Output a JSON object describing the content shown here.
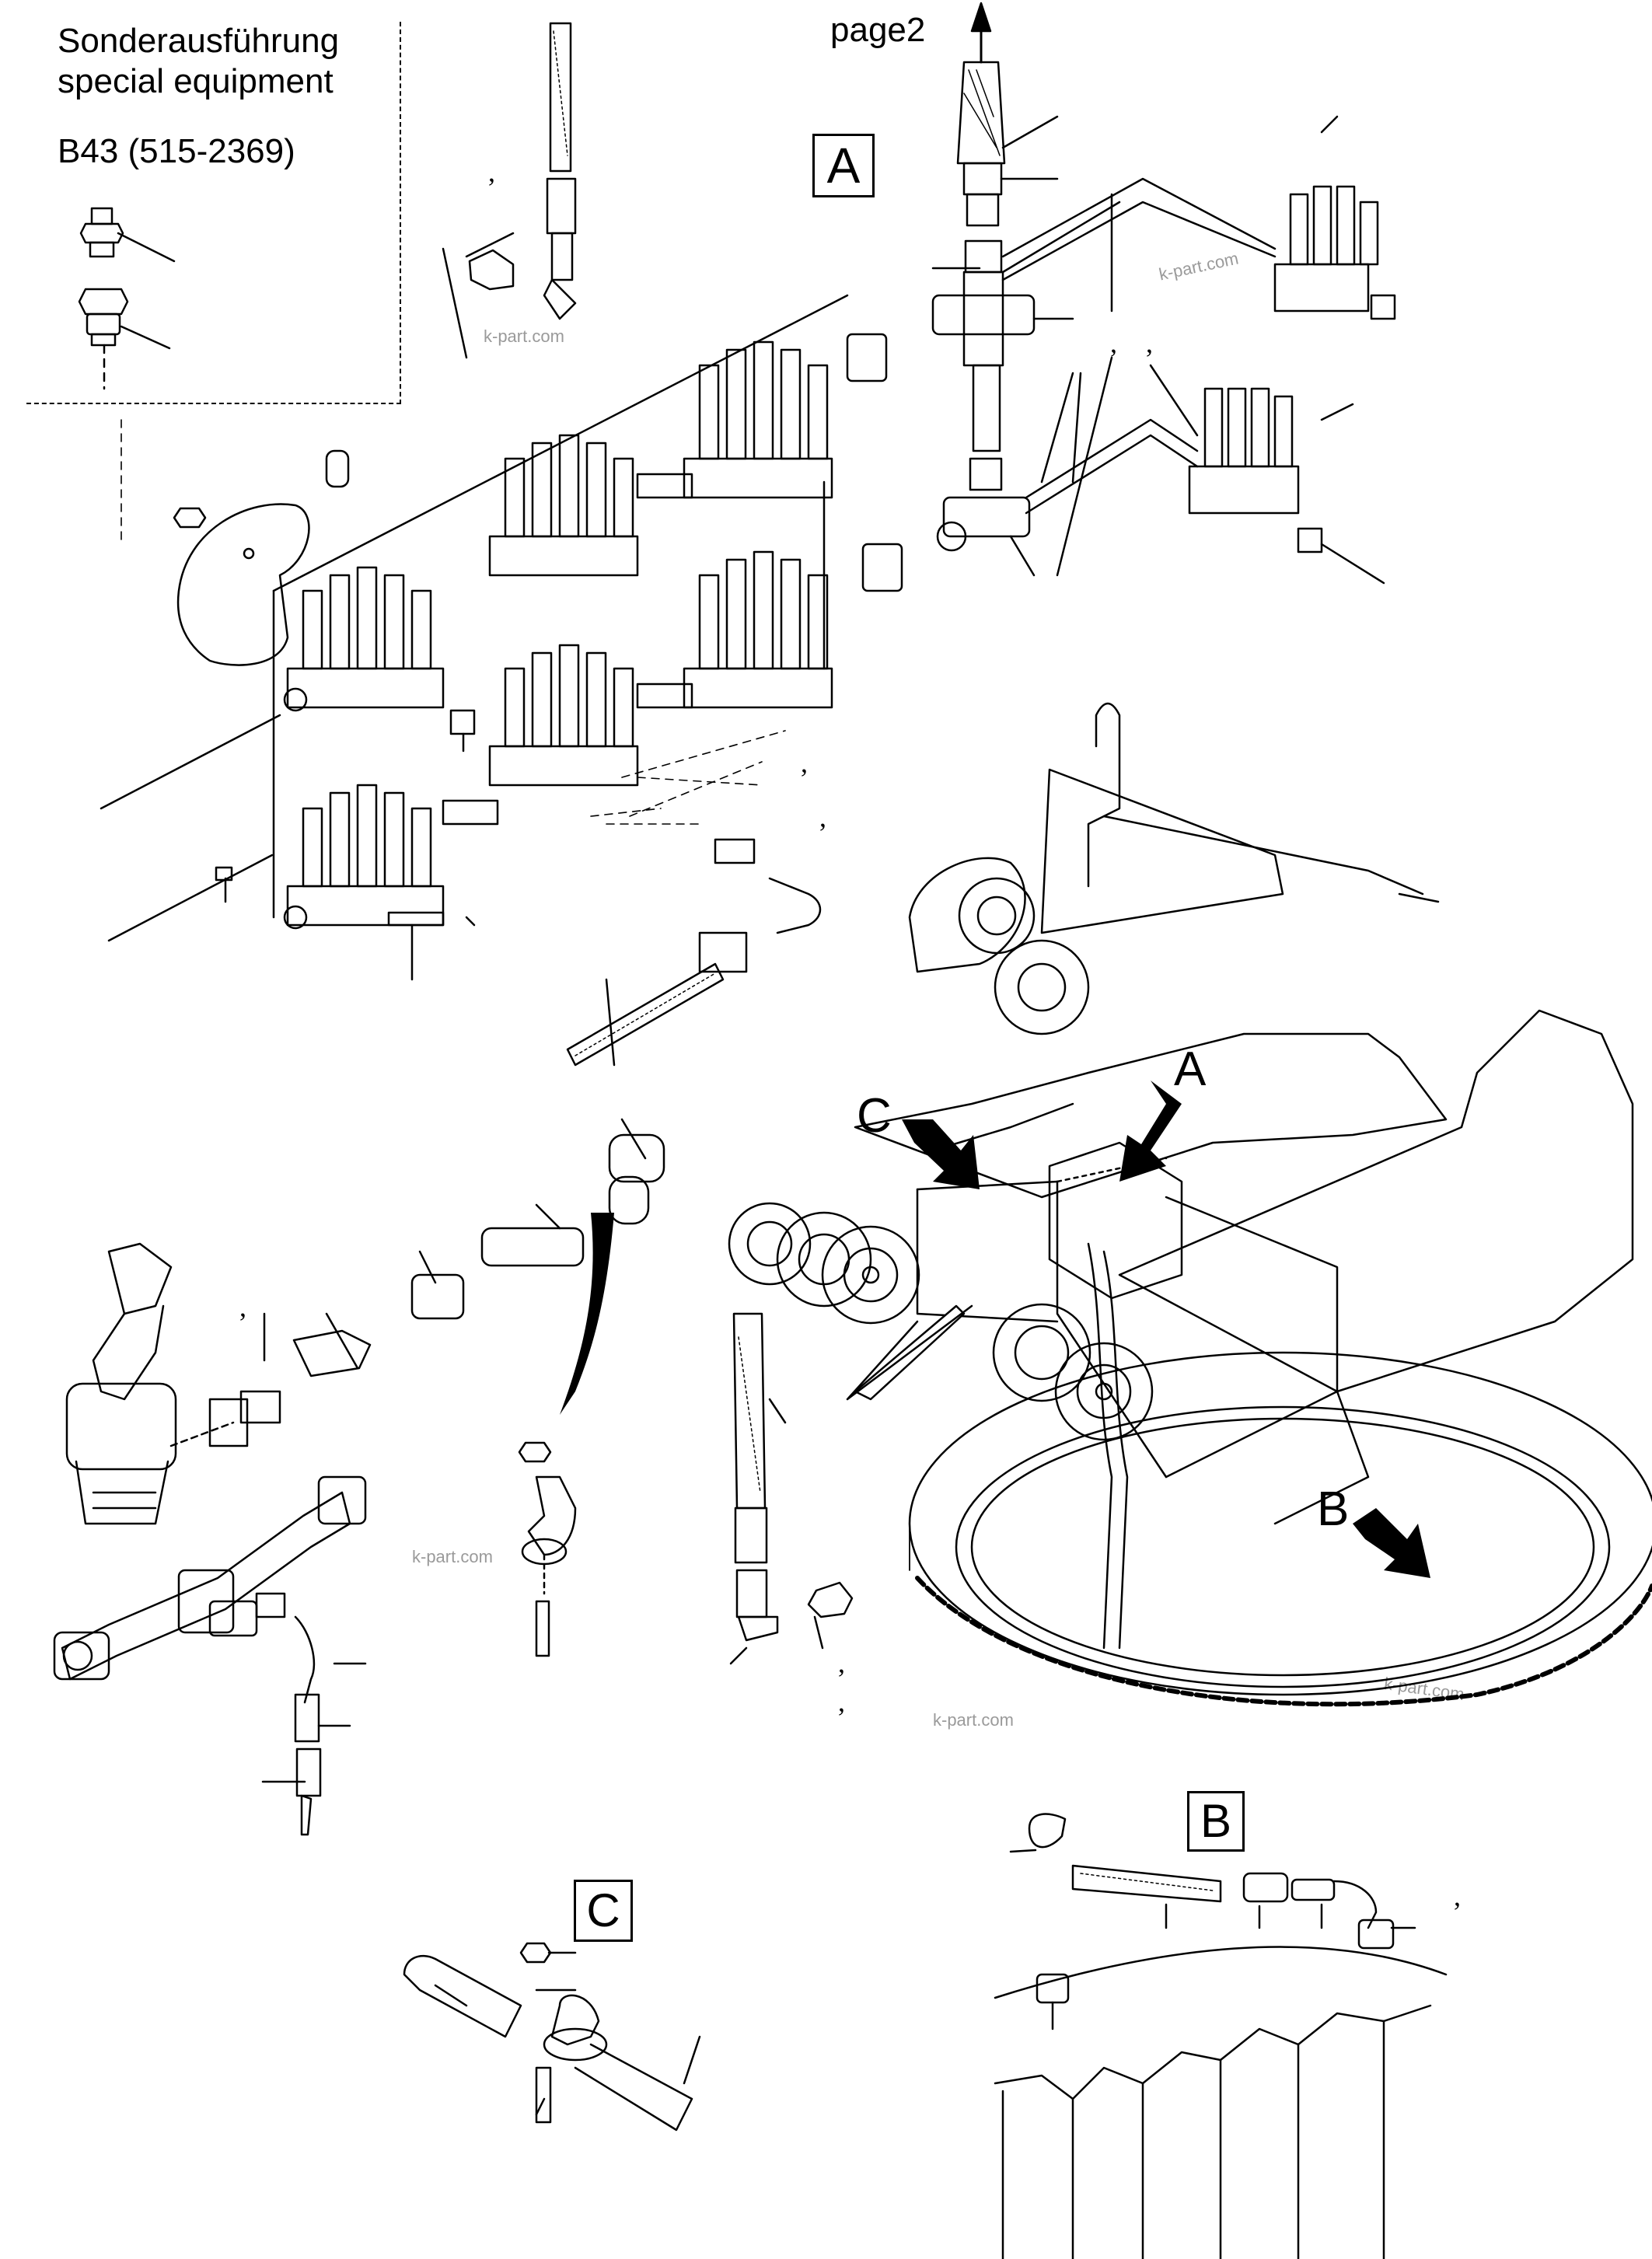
{
  "special_box": {
    "title_de": "Sonderausführung",
    "title_en": "special equipment",
    "code": "B43 (515-2369)"
  },
  "page_ref": "page2",
  "detail_labels": {
    "box_a": "A",
    "box_b": "B",
    "box_c": "C",
    "arrow_a": "A",
    "arrow_b": "B",
    "arrow_c": "C"
  },
  "watermarks": [
    "k-part.com",
    "k-part.com",
    "k-part.com",
    "k-part.com",
    "k-part.com"
  ],
  "tick_mark": ","
}
